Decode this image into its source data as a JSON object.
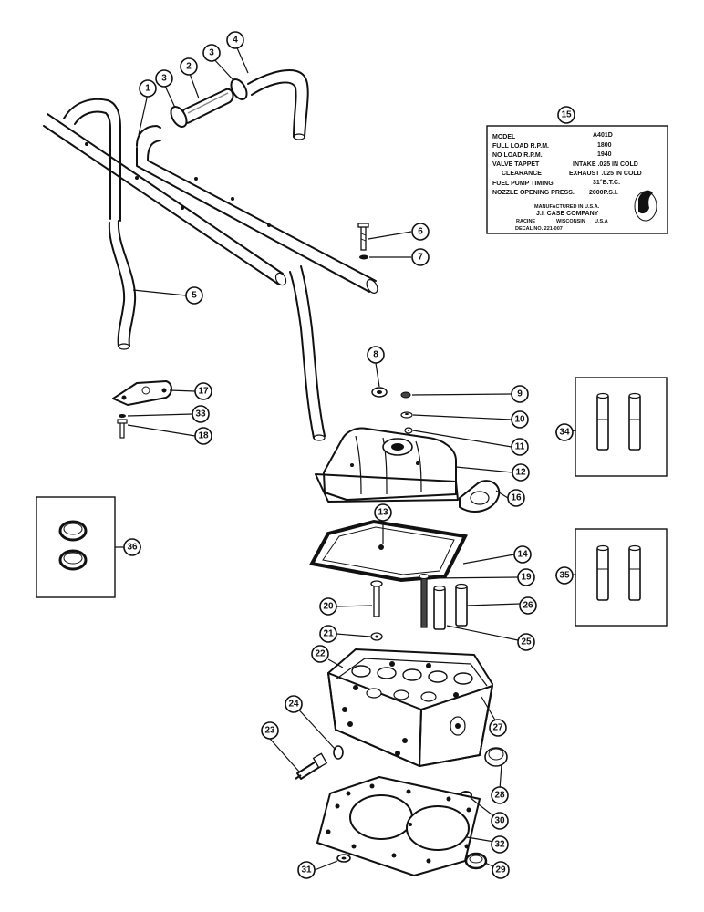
{
  "decal": {
    "rows": [
      {
        "label": "MODEL",
        "value": "A401D"
      },
      {
        "label": "FULL LOAD R.P.M.",
        "value": "1800"
      },
      {
        "label": "NO LOAD R.P.M.",
        "value": "1940"
      },
      {
        "label": "VALVE TAPPET",
        "value": "INTAKE .025 IN COLD"
      },
      {
        "label": "CLEARANCE",
        "value": "EXHAUST .025 IN COLD"
      },
      {
        "label": "FUEL PUMP TIMING",
        "value": "31°B.T.C."
      },
      {
        "label": "NOZZLE OPENING PRESS.",
        "value": "2000P.S.I."
      }
    ],
    "manufactured": "MANUFACTURED IN U.S.A.",
    "company": "J.I. CASE COMPANY",
    "city": "RACINE",
    "state": "WISCONSIN",
    "country": "U.S.A",
    "decal_no": "DECAL NO. 221-007"
  },
  "callouts": [
    "1",
    "2",
    "3",
    "3",
    "4",
    "5",
    "6",
    "7",
    "8",
    "9",
    "10",
    "11",
    "12",
    "13",
    "14",
    "15",
    "16",
    "17",
    "18",
    "19",
    "20",
    "21",
    "22",
    "23",
    "24",
    "25",
    "26",
    "27",
    "28",
    "29",
    "30",
    "31",
    "32",
    "33",
    "34",
    "35",
    "36"
  ]
}
